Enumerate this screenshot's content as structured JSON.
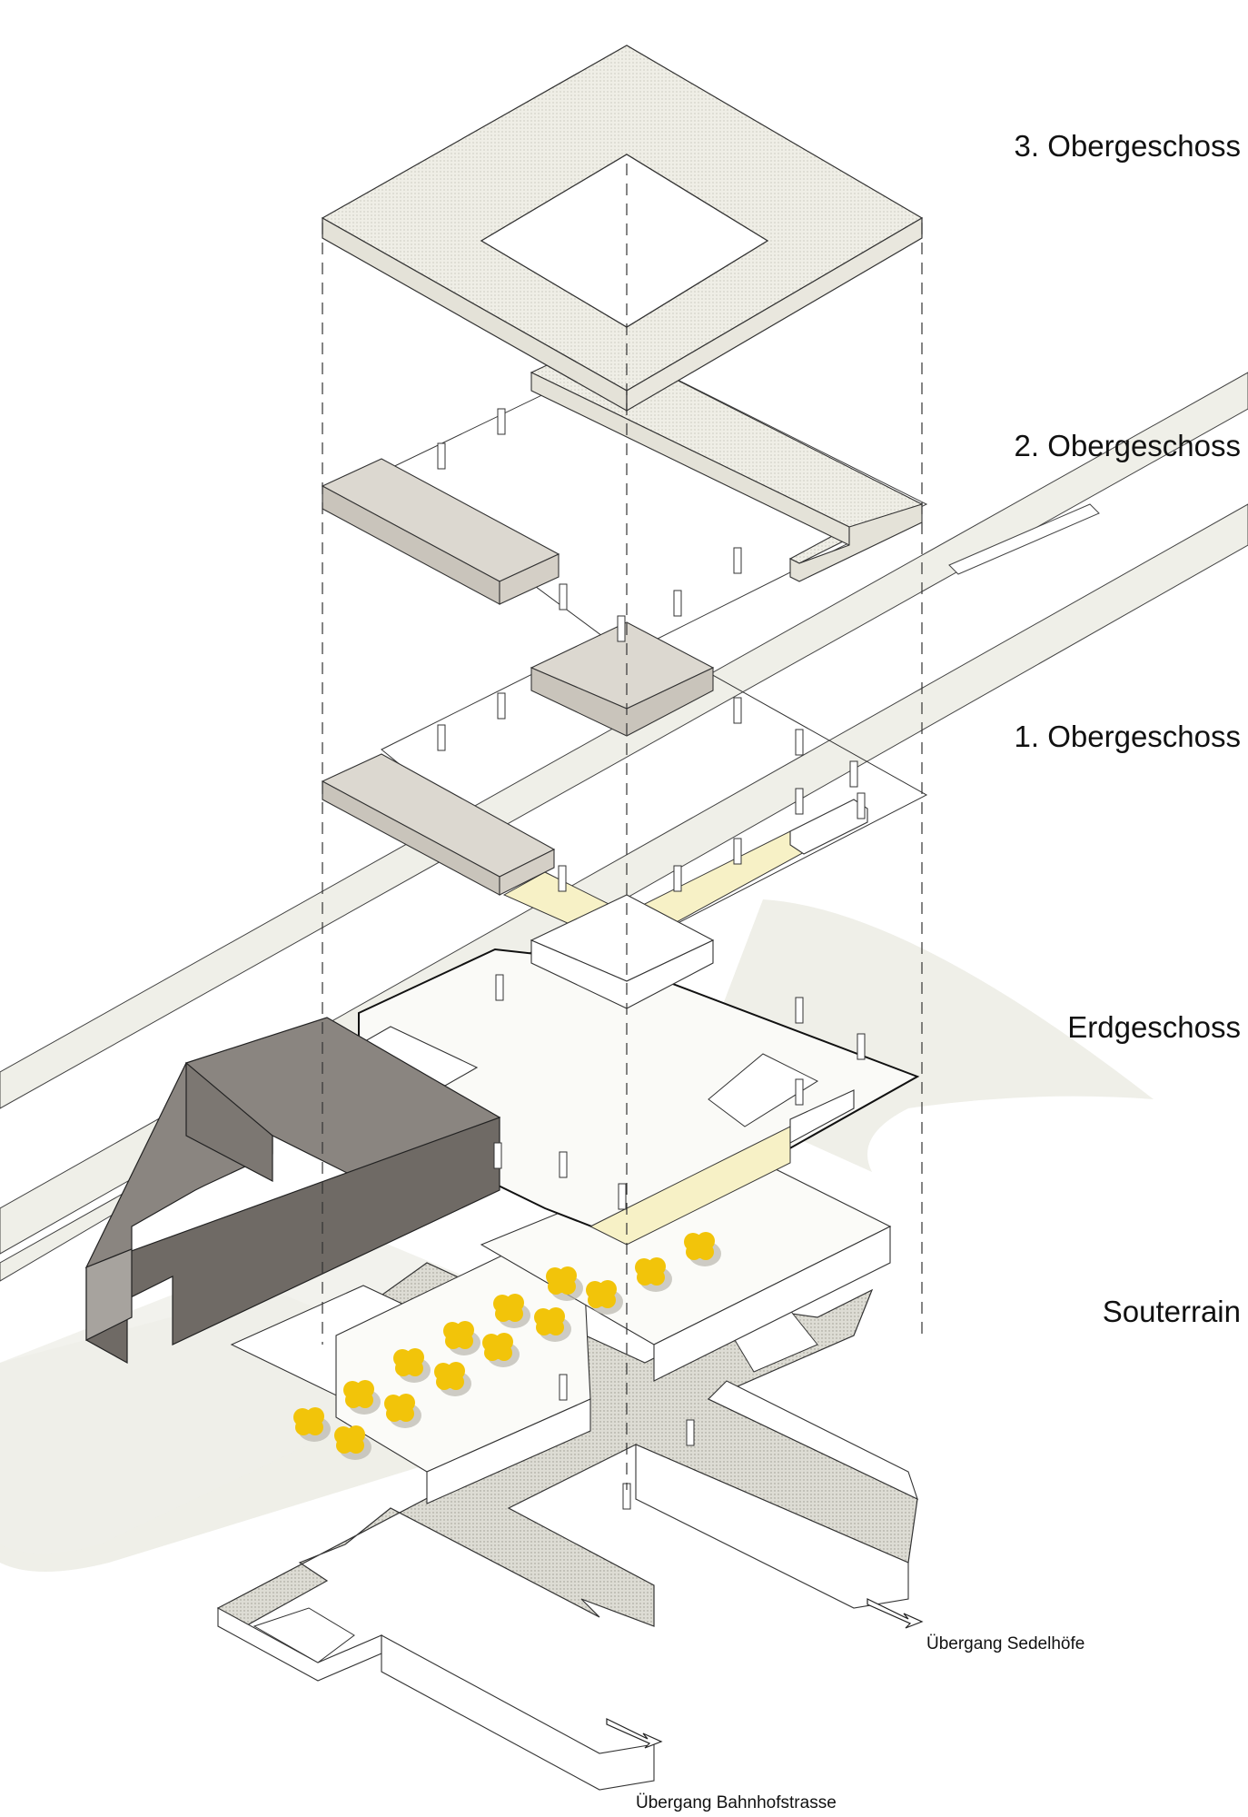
{
  "levels": {
    "og3": "3. Obergeschoss",
    "og2": "2. Obergeschoss",
    "og1": "1. Obergeschoss",
    "eg": "Erdgeschoss",
    "ug": "Souterrain"
  },
  "connections": {
    "sedelhoefe": "Übergang Sedelhöfe",
    "bahnhofstrasse": "Übergang Bahnhofstrasse"
  },
  "colors": {
    "slab": "#ecebe2",
    "ground": "#efefe8",
    "block_top": "#dcd8d0",
    "block_side": "#c9c4bb",
    "dark_top": "#8a8580",
    "dark_side": "#6f6a65",
    "yellow_floor": "#f7f1c6",
    "tree": "#f2c40a"
  }
}
